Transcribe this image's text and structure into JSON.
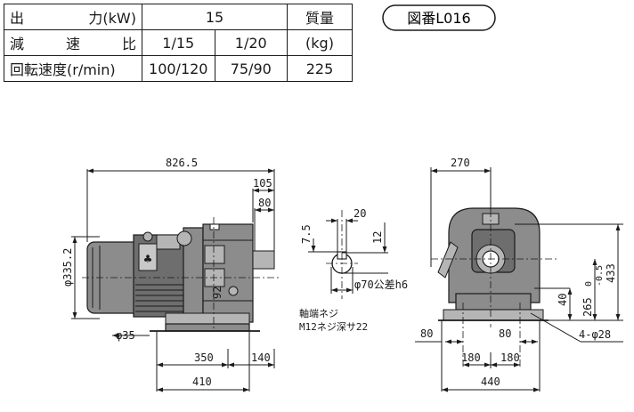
{
  "spec_table": {
    "row1": {
      "label_a": "出",
      "label_b": "力(kW)",
      "value": "15",
      "weight_header": "質量"
    },
    "row2": {
      "label_a": "減",
      "label_b": "速",
      "label_c": "比",
      "ratio_1": "1/15",
      "ratio_2": "1/20",
      "weight_unit": "(kg)"
    },
    "row3": {
      "label": "回転速度(r/min)",
      "speed_1": "100/120",
      "speed_2": "75/90",
      "weight": "225"
    }
  },
  "drawing_number": "図番L016",
  "dimensions": {
    "overall_length": "826.5",
    "shaft_105": "105",
    "shaft_80": "80",
    "height_dia": "φ335.2",
    "center_92": "92",
    "bolt_dia": "φ35",
    "base_350": "350",
    "base_140": "140",
    "base_410": "410",
    "key_20": "20",
    "key_7_5": "7.5",
    "key_12": "12",
    "shaft_dia": "φ70公差h6",
    "note_line1": "軸端ネジ",
    "note_line2": "M12ネジ深サ22",
    "width_270": "270",
    "height_433": "433",
    "height_265": "265",
    "tol_upper": "0",
    "tol_lower": "-0.5",
    "foot_40": "40",
    "hole_spec": "4-φ28",
    "foot_80_left": "80",
    "foot_80_right": "80",
    "span_180_left": "180",
    "span_180_right": "180",
    "width_440": "440"
  }
}
